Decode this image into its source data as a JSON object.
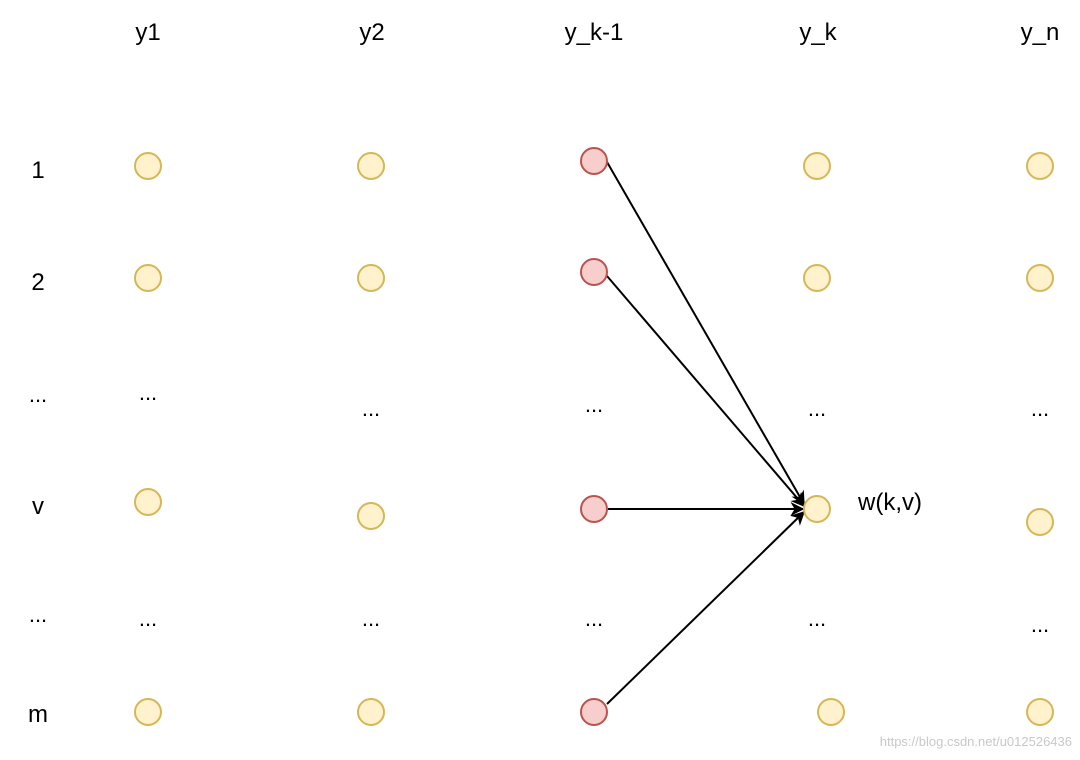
{
  "column_headers": [
    "y1",
    "y2",
    "y_k-1",
    "y_k",
    "y_n"
  ],
  "row_labels": [
    "1",
    "2",
    "...",
    "v",
    "...",
    "m"
  ],
  "dots_text": "...",
  "edge_label": "w(k,v)",
  "watermark": "https://blog.csdn.net/u012526436",
  "colors": {
    "node_fill": "#fff2cc",
    "node_stroke": "#d6b656",
    "highlight_fill": "#f8cecc",
    "highlight_stroke": "#b85450",
    "edge": "#000000"
  },
  "highlighted_column": "y_k-1",
  "target_node": {
    "column": "y_k",
    "row": "v"
  },
  "edges": [
    {
      "from_row": "1",
      "to_row": "v"
    },
    {
      "from_row": "2",
      "to_row": "v"
    },
    {
      "from_row": "v",
      "to_row": "v"
    },
    {
      "from_row": "m",
      "to_row": "v"
    }
  ]
}
